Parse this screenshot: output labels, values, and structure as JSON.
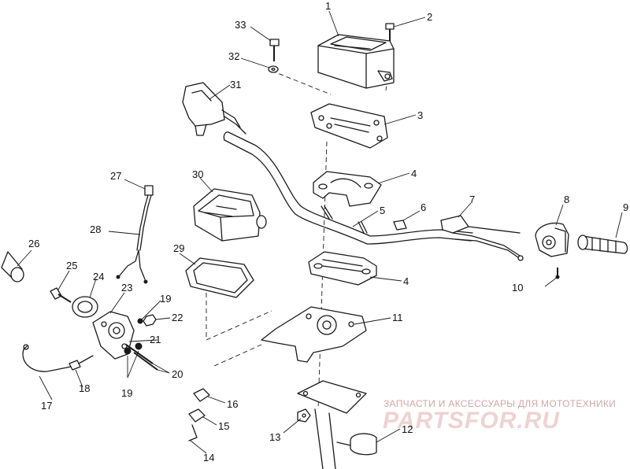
{
  "callouts": {
    "c1": "1",
    "c2": "2",
    "c3": "3",
    "c4a": "4",
    "c4b": "4",
    "c5": "5",
    "c6": "6",
    "c7": "7",
    "c8": "8",
    "c9": "9",
    "c10": "10",
    "c11": "11",
    "c12": "12",
    "c13": "13",
    "c14": "14",
    "c15": "15",
    "c16": "16",
    "c17": "17",
    "c18": "18",
    "c19a": "19",
    "c19b": "19",
    "c20": "20",
    "c21": "21",
    "c22": "22",
    "c23": "23",
    "c24": "24",
    "c25": "25",
    "c26": "26",
    "c27": "27",
    "c28": "28",
    "c29": "29",
    "c30": "30",
    "c31": "31",
    "c32": "32",
    "c33": "33"
  },
  "watermark": {
    "caption": "ЗАПЧАСТИ И АКСЕССУАРЫ ДЛЯ МОТОТЕХНИКИ",
    "brand": "PARTSFOR.RU"
  }
}
